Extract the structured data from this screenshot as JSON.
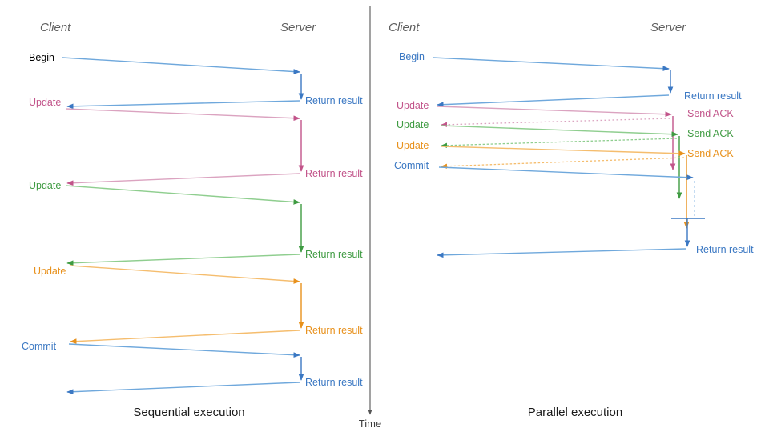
{
  "colors": {
    "blue": "#3b78c3",
    "blue_light": "#6fa8dc",
    "pink": "#c2548a",
    "pink_light": "#dba3c0",
    "green": "#3f9b42",
    "green_light": "#8fce8f",
    "orange": "#e8911c",
    "orange_light": "#f5bd6e",
    "divider": "#555555",
    "header_text": "#5f5f5f",
    "caption_text": "#1a1a1a"
  },
  "divider": {
    "axis_label": "Time"
  },
  "left_panel": {
    "caption": "Sequential execution",
    "client_header": "Client",
    "server_header": "Server",
    "messages": [
      {
        "label": "Begin",
        "color": "blue",
        "reply": "Return result"
      },
      {
        "label": "Update",
        "color": "pink",
        "reply": "Return result"
      },
      {
        "label": "Update",
        "color": "green",
        "reply": "Return result"
      },
      {
        "label": "Update",
        "color": "orange",
        "reply": "Return result"
      },
      {
        "label": "Commit",
        "color": "blue",
        "reply": "Return result"
      }
    ]
  },
  "right_panel": {
    "caption": "Parallel execution",
    "client_header": "Client",
    "server_header": "Server",
    "messages": [
      {
        "label": "Begin",
        "color": "blue",
        "reply": "Return result"
      },
      {
        "label": "Update",
        "color": "pink",
        "reply": "Send ACK"
      },
      {
        "label": "Update",
        "color": "green",
        "reply": "Send ACK"
      },
      {
        "label": "Update",
        "color": "orange",
        "reply": "Send ACK"
      },
      {
        "label": "Commit",
        "color": "blue",
        "reply": "Return result"
      }
    ]
  }
}
